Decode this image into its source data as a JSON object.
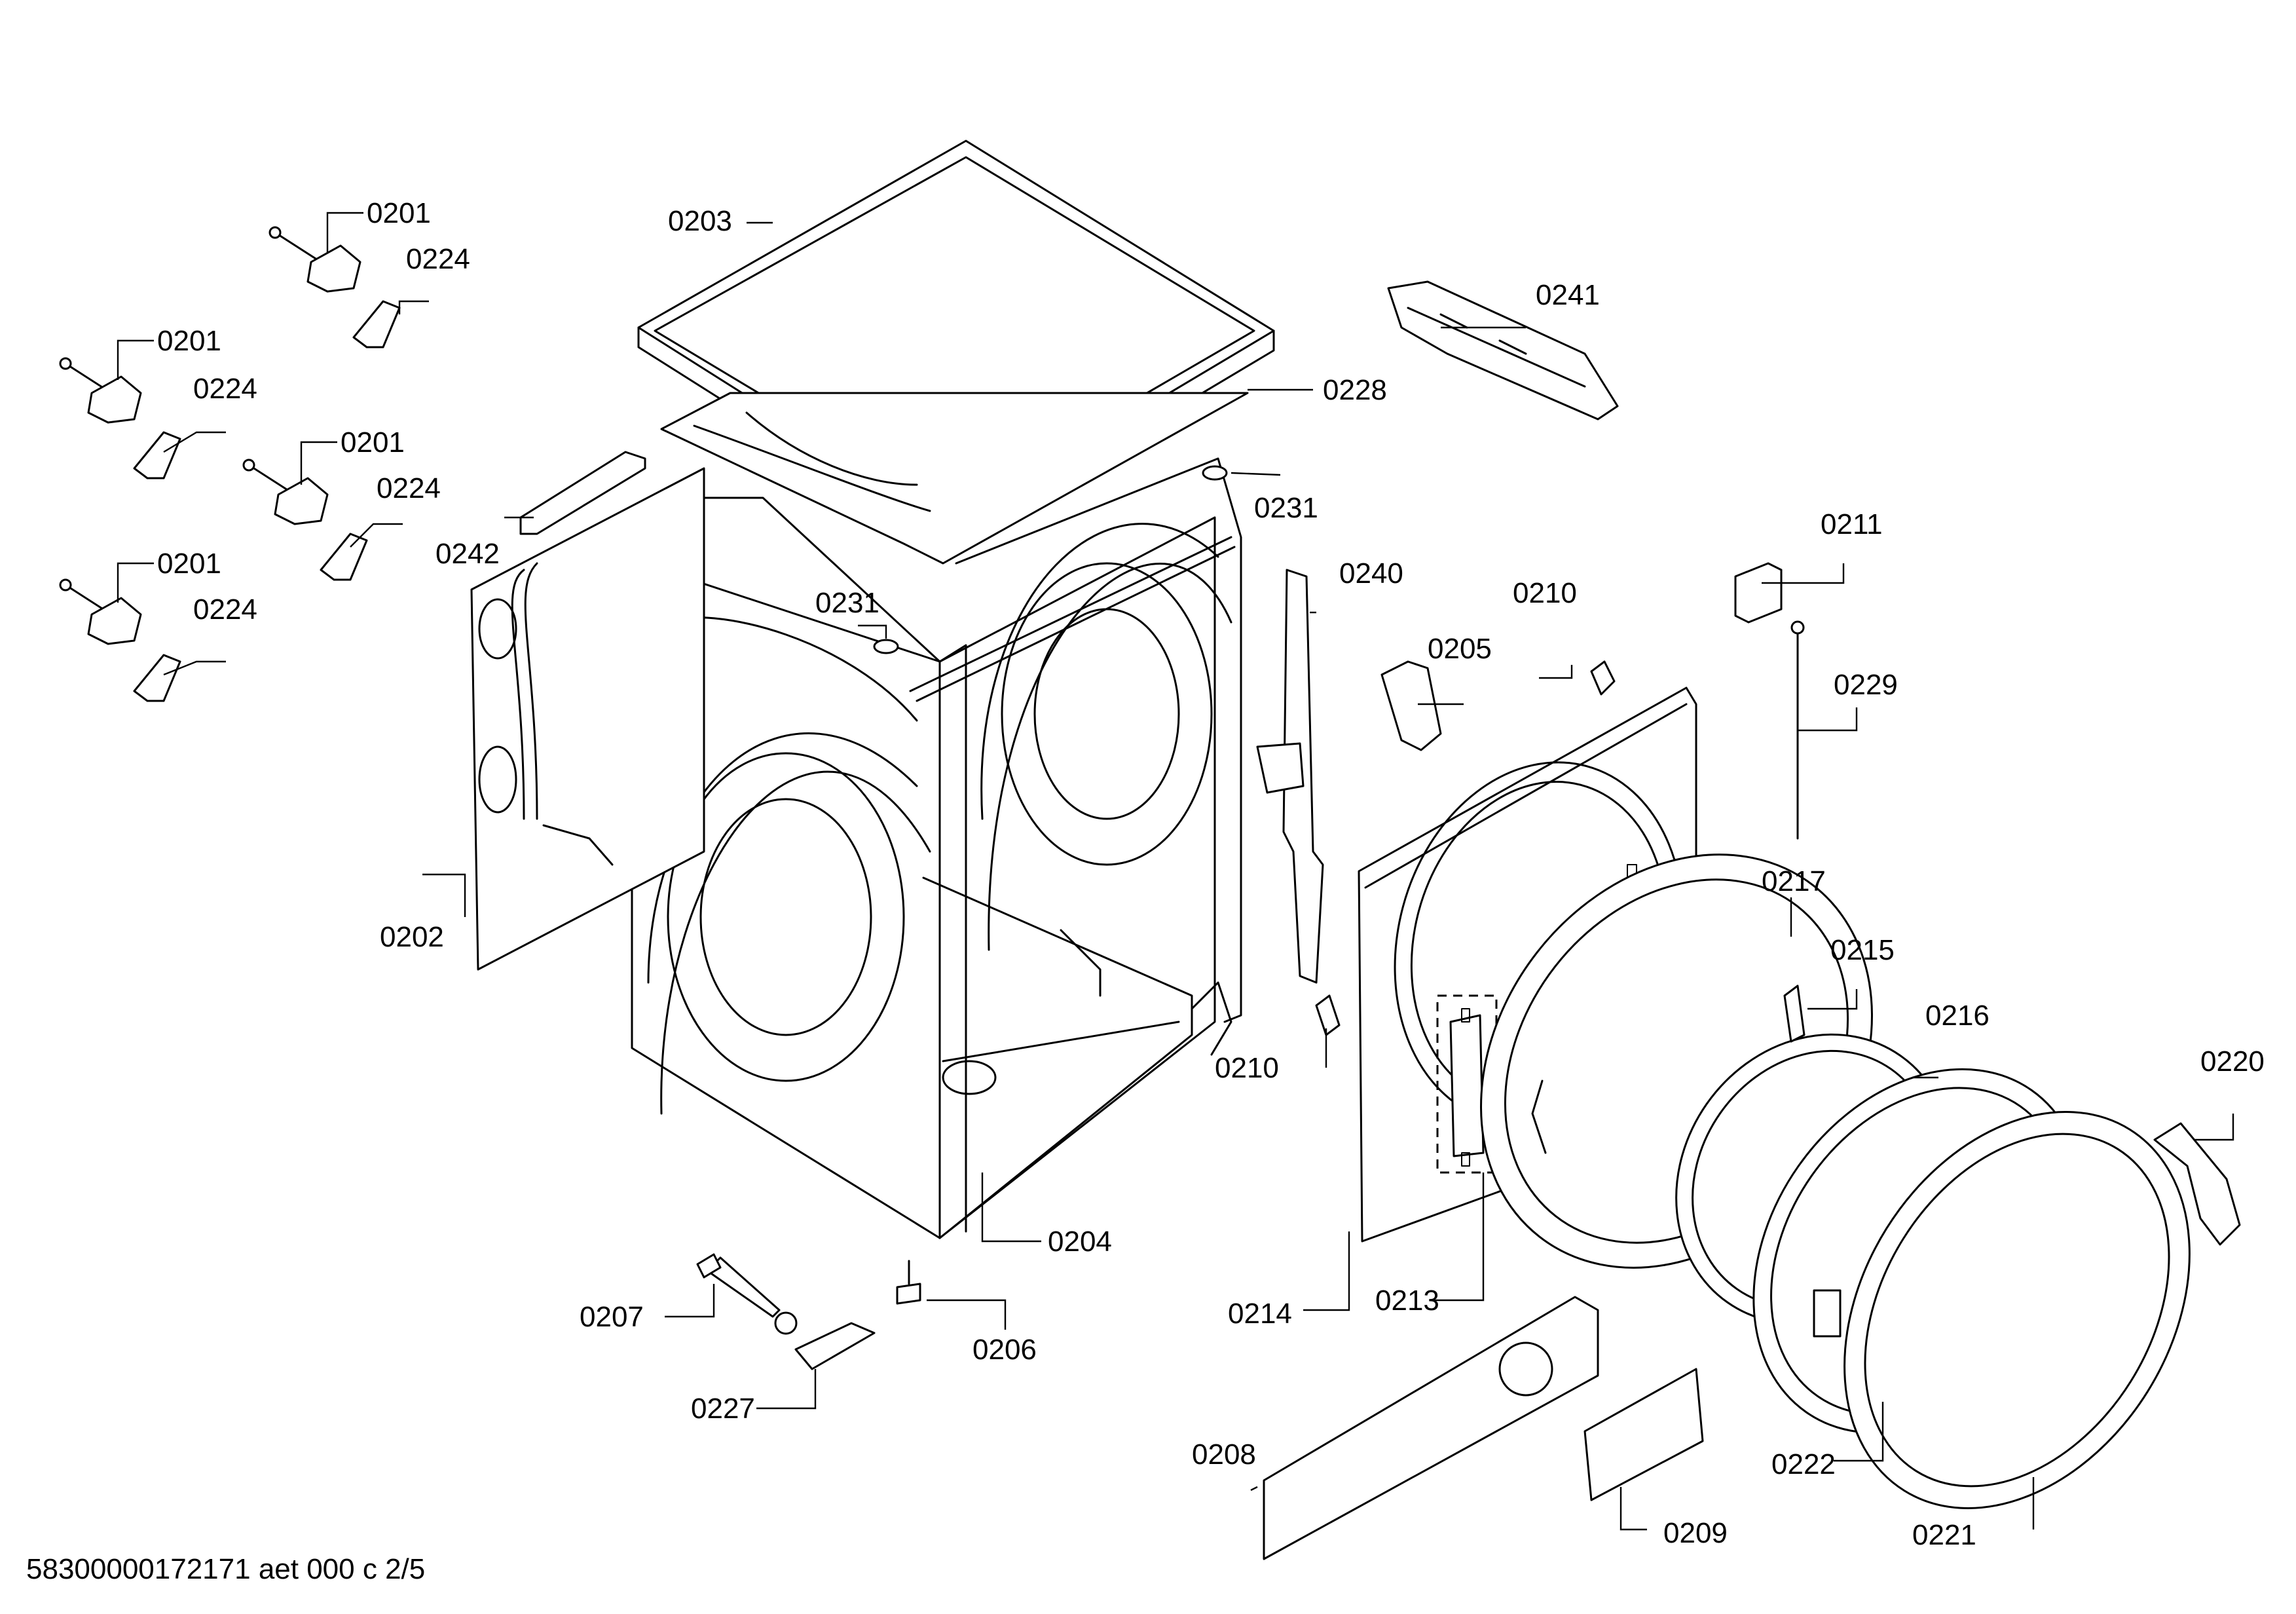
{
  "document_id": "58300000172171 aet 000 c 2/5",
  "parts": {
    "p0201a": "0201",
    "p0224a": "0224",
    "p0201b": "0201",
    "p0224b": "0224",
    "p0201c": "0201",
    "p0224c": "0224",
    "p0201d": "0201",
    "p0224d": "0224",
    "p0203": "0203",
    "p0228": "0228",
    "p0231a": "0231",
    "p0231b": "0231",
    "p0241": "0241",
    "p0242": "0242",
    "p0240": "0240",
    "p0202": "0202",
    "p0204": "0204",
    "p0205": "0205",
    "p0210a": "0210",
    "p0210b": "0210",
    "p0211": "0211",
    "p0229": "0229",
    "p0217": "0217",
    "p0215": "0215",
    "p0216": "0216",
    "p0220": "0220",
    "p0214": "0214",
    "p0213": "0213",
    "p0207": "0207",
    "p0206": "0206",
    "p0227": "0227",
    "p0208": "0208",
    "p0209": "0209",
    "p0222": "0222",
    "p0221": "0221"
  }
}
